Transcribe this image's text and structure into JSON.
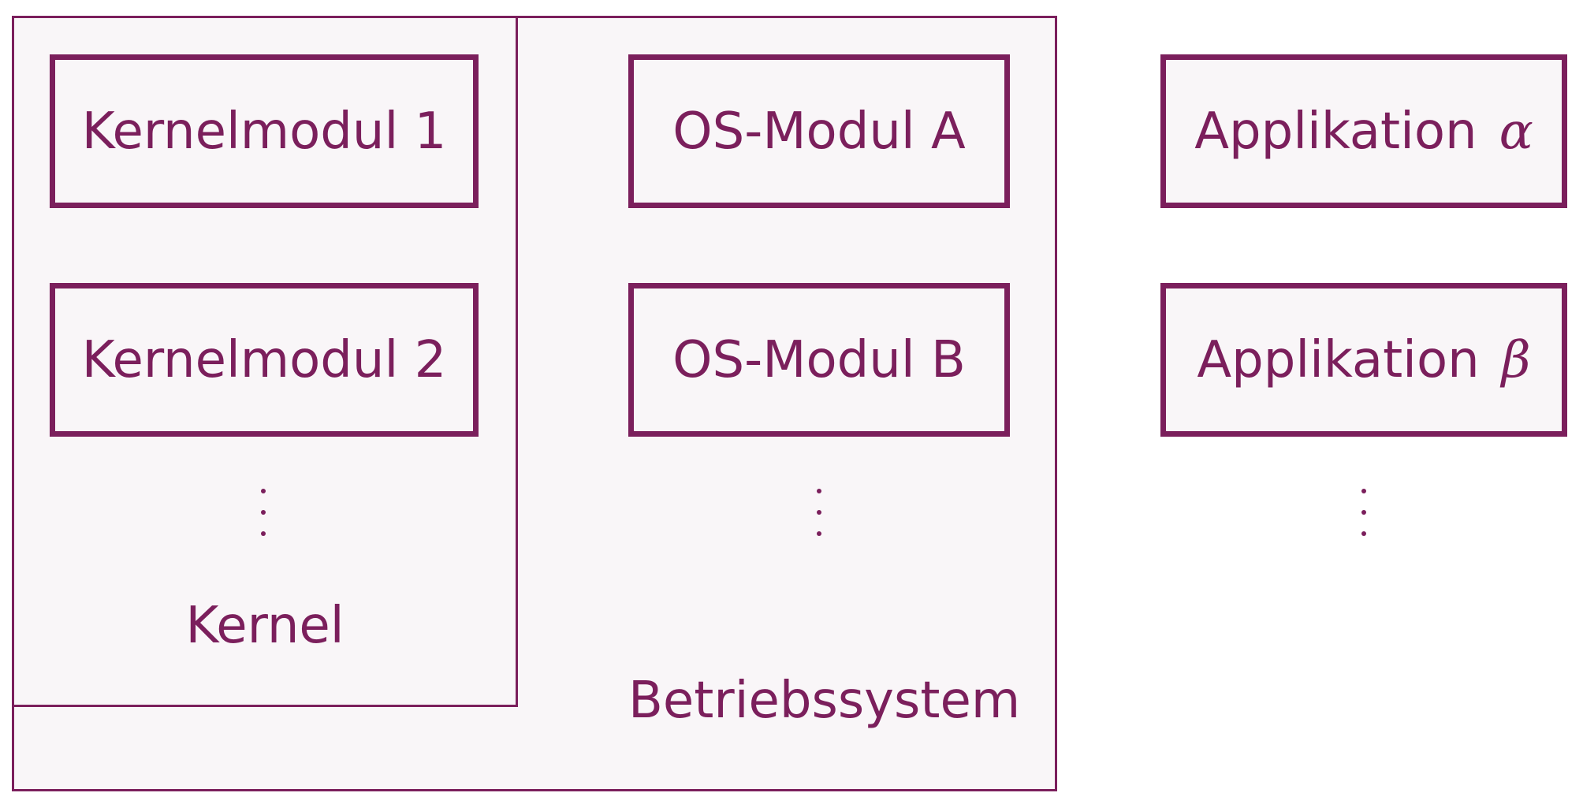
{
  "diagram": {
    "os_container": {
      "label": "Betriebssystem"
    },
    "kernel_container": {
      "label": "Kernel",
      "modules": [
        "Kernelmodul 1",
        "Kernelmodul 2"
      ]
    },
    "os_modules": [
      "OS-Modul A",
      "OS-Modul B"
    ],
    "applications": [
      {
        "label": "Applikation",
        "symbol": "α"
      },
      {
        "label": "Applikation",
        "symbol": "β"
      }
    ],
    "continuation": "⋮"
  },
  "colors": {
    "accent": "#7b1f5c",
    "box_fill": "#f9f6f8",
    "background": "#ffffff"
  }
}
